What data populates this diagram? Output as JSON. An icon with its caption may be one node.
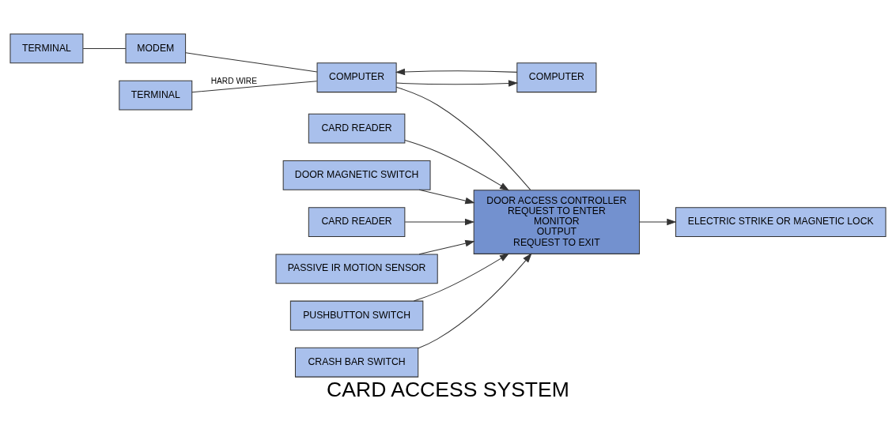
{
  "diagram": {
    "title": "CARD ACCESS SYSTEM",
    "nodes": [
      {
        "text": [
          "DOOR ACCESS CONTROLLER",
          "REQUEST TO ENTER",
          "MONITOR",
          "OUTPUT",
          "REQUEST TO EXIT"
        ]
      },
      {
        "text": [
          "TERMINAL"
        ]
      },
      {
        "text": [
          "MODEM"
        ]
      },
      {
        "text": [
          "TERMINAL"
        ]
      },
      {
        "text": [
          "COMPUTER"
        ]
      },
      {
        "text": [
          "COMPUTER"
        ]
      },
      {
        "text": [
          "CARD READER"
        ]
      },
      {
        "text": [
          "DOOR MAGNETIC SWITCH"
        ]
      },
      {
        "text": [
          "ELECTRIC STRIKE OR MAGNETIC LOCK"
        ]
      },
      {
        "text": [
          "CARD READER"
        ]
      },
      {
        "text": [
          "PASSIVE IR MOTION SENSOR"
        ]
      },
      {
        "text": [
          "PUSHBUTTON SWITCH"
        ]
      },
      {
        "text": [
          "CRASH BAR SWITCH"
        ]
      }
    ],
    "edges": [
      {
        "from": 1,
        "to": 2,
        "arrow": "none"
      },
      {
        "from": 2,
        "to": 4,
        "arrow": "none"
      },
      {
        "from": 3,
        "to": 4,
        "arrow": "none",
        "label": "HARD WIRE"
      },
      {
        "from": 4,
        "to": 0,
        "arrow": "none"
      },
      {
        "from": 4,
        "to": 5,
        "arrow": "to"
      },
      {
        "from": 5,
        "to": 4,
        "arrow": "to"
      },
      {
        "from": 6,
        "to": 0,
        "arrow": "to"
      },
      {
        "from": 7,
        "to": 0,
        "arrow": "to"
      },
      {
        "from": 0,
        "to": 8,
        "arrow": "to"
      },
      {
        "from": 9,
        "to": 0,
        "arrow": "to"
      },
      {
        "from": 10,
        "to": 0,
        "arrow": "to"
      },
      {
        "from": 11,
        "to": 0,
        "arrow": "to"
      },
      {
        "from": 12,
        "to": 0,
        "arrow": "to"
      }
    ]
  }
}
